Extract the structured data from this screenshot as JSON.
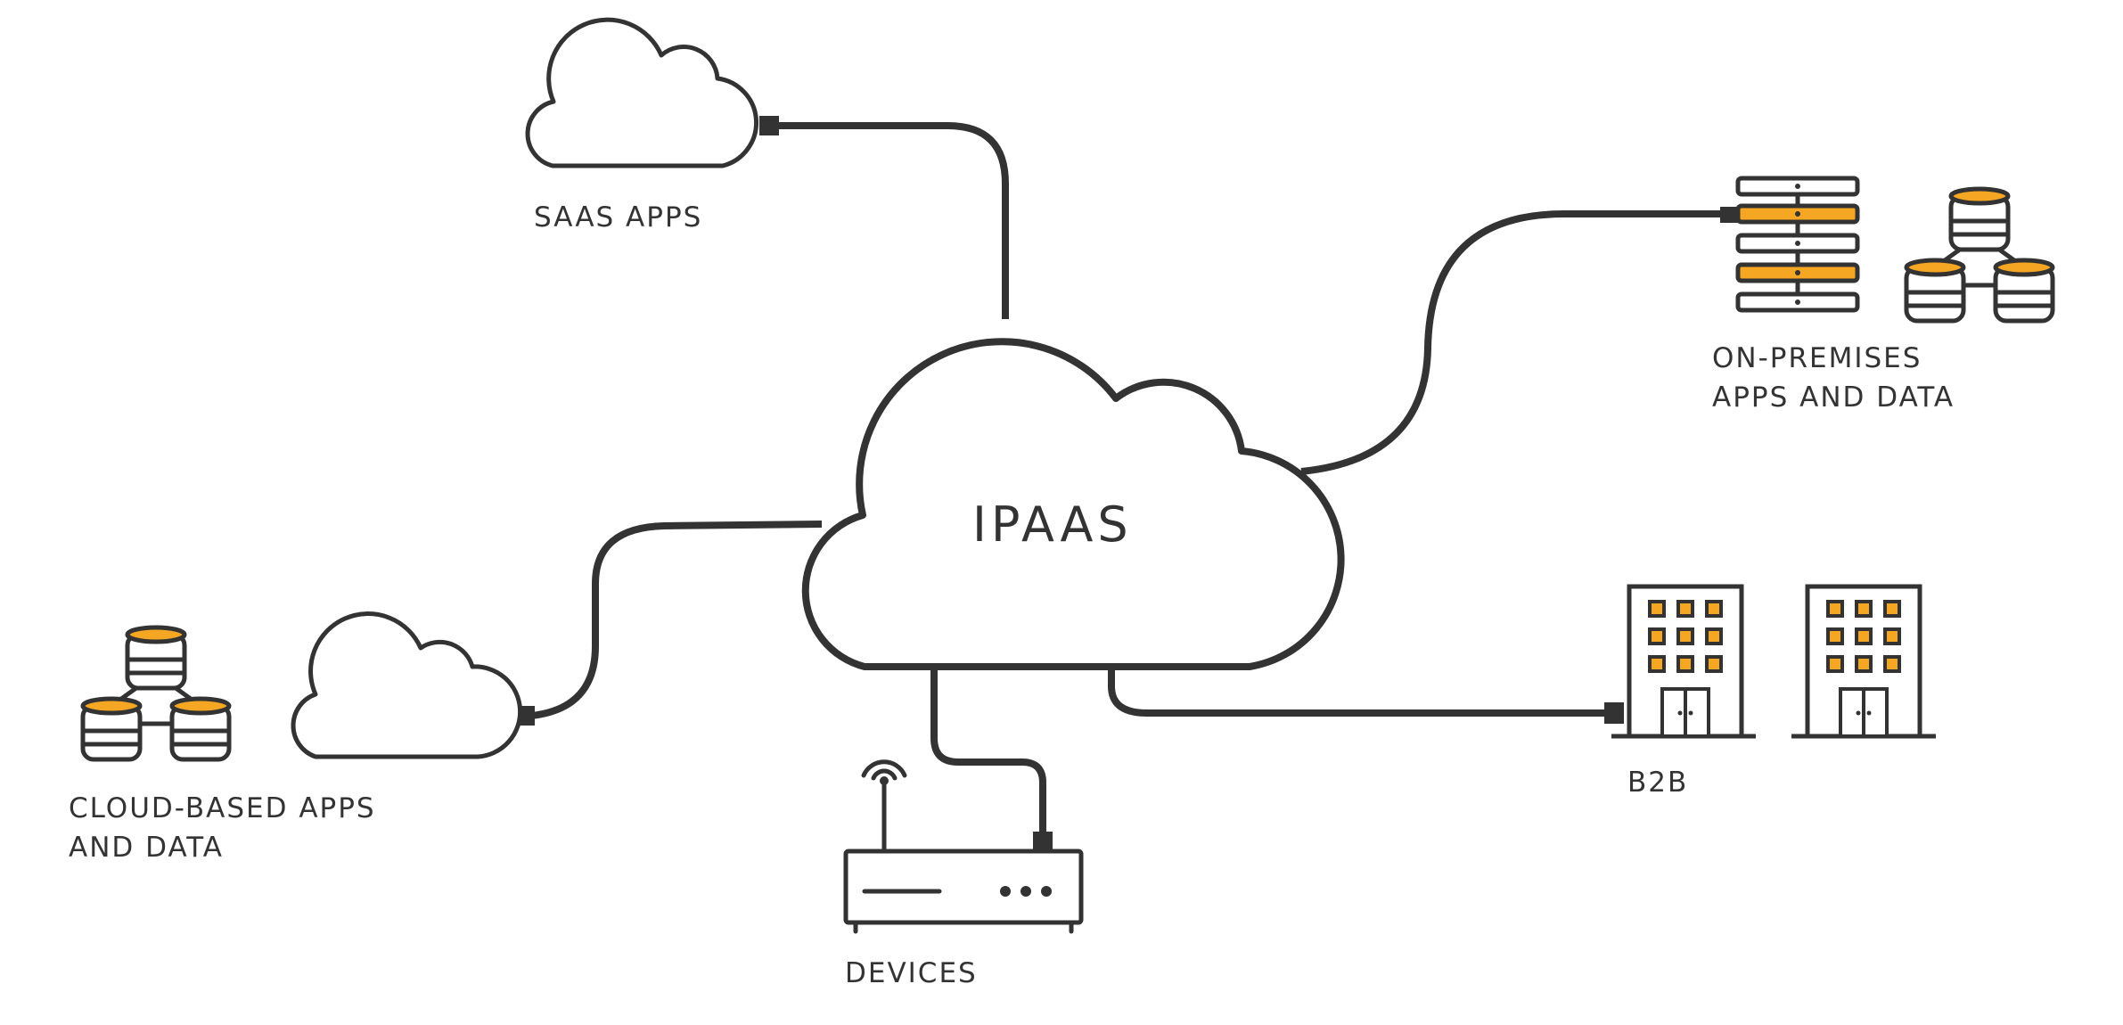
{
  "colors": {
    "stroke": "#333333",
    "accent": "#f5a623",
    "background": "#ffffff"
  },
  "center": {
    "label": "IPAAS"
  },
  "nodes": {
    "saas": {
      "label": "SAAS APPS",
      "icon": "cloud-icon"
    },
    "on_premises": {
      "label_line1": "ON-PREMISES",
      "label_line2": "APPS AND DATA",
      "icons": [
        "server-rack-icon",
        "database-cluster-icon"
      ]
    },
    "cloud_based": {
      "label_line1": "CLOUD-BASED APPS",
      "label_line2": "AND DATA",
      "icons": [
        "database-cluster-icon",
        "cloud-icon"
      ]
    },
    "devices": {
      "label": "DEVICES",
      "icon": "router-icon"
    },
    "b2b": {
      "label": "B2B",
      "icons": [
        "office-building-icon",
        "office-building-icon"
      ]
    }
  }
}
